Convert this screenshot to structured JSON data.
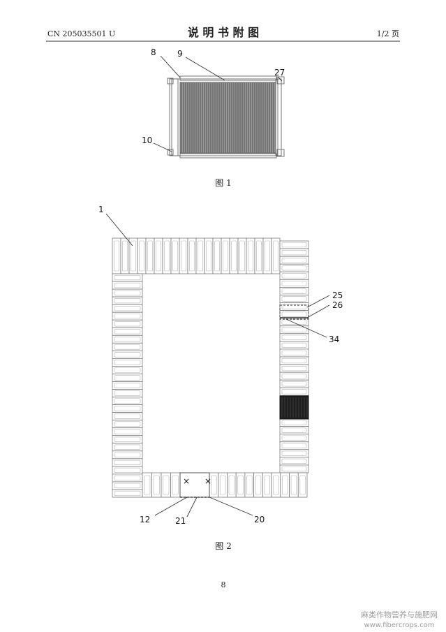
{
  "header": {
    "doc_number": "CN 205035501 U",
    "title": "说 明 书 附 图",
    "page_indicator": "1/2 页"
  },
  "figure1": {
    "caption": "图 1",
    "labels": [
      "8",
      "9",
      "27",
      "10"
    ]
  },
  "figure2": {
    "caption": "图 2",
    "labels": [
      "1",
      "25",
      "26",
      "34",
      "12",
      "21",
      "20"
    ]
  },
  "page_number": "8",
  "watermark": {
    "line1": "麻类作物营养与施肥网",
    "line2": "www.fibercrops.com"
  }
}
